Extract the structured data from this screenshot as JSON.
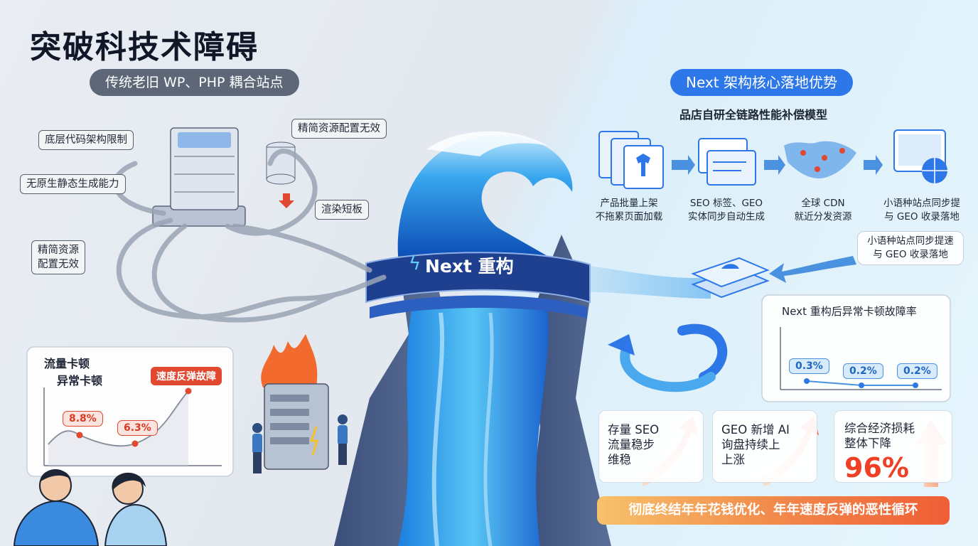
{
  "title": "突破科技术障碍",
  "left": {
    "header": "传统老旧 WP、PHP 耦合站点",
    "tags": {
      "architecture_limit": "底层代码架构限制",
      "no_static": "无原生静态生成能力",
      "streamline_resources_invalid_top": "精简资源配置无效",
      "render_weakness": "渲染短板",
      "streamline_resources_invalid_left": "精简资源\n配置无效"
    },
    "chart": {
      "title_line1": "流量卡顿",
      "title_line2": "异常卡顿",
      "peak_label": "速度反弹故障",
      "points": [
        {
          "label": "8.8%",
          "value": 8.8
        },
        {
          "label": "6.3%",
          "value": 6.3
        }
      ]
    }
  },
  "center": {
    "badge": "Next 重构"
  },
  "right": {
    "header": "Next 架构核心落地优势",
    "subtitle": "品店自研全链路性能补偿模型",
    "flow_steps": [
      {
        "label": "产品批量上架\n不拖累页面加载",
        "icon": "product-pages-icon"
      },
      {
        "label": "SEO 标签、GEO\n实体同步自动生成",
        "icon": "browser-windows-icon"
      },
      {
        "label": "全球 CDN\n就近分发资源",
        "icon": "world-map-icon"
      },
      {
        "label": "小语种站点同步提\n与 GEO 收录落地",
        "icon": "monitor-globe-icon"
      }
    ],
    "callout": "小语种站点同步提速\n与 GEO 收录落地",
    "chart": {
      "title": "Next 重构后异常卡顿故障率",
      "points": [
        "0.3%",
        "0.2%",
        "0.2%"
      ]
    },
    "metrics": [
      {
        "text": "存量 SEO\n流量稳步\n维稳"
      },
      {
        "text": "GEO 新增 AI\n询盘持续上\n上涨"
      },
      {
        "text": "综合经济损耗\n整体下降",
        "value": "96%"
      }
    ],
    "banner": "彻底终结年年花钱优化、年年速度反弹的恶性循环"
  },
  "colors": {
    "accent_blue": "#2d77e8",
    "alert_red": "#e0482f",
    "gray_pill": "#5d6778",
    "wave_blue": "#1f8fe6"
  }
}
